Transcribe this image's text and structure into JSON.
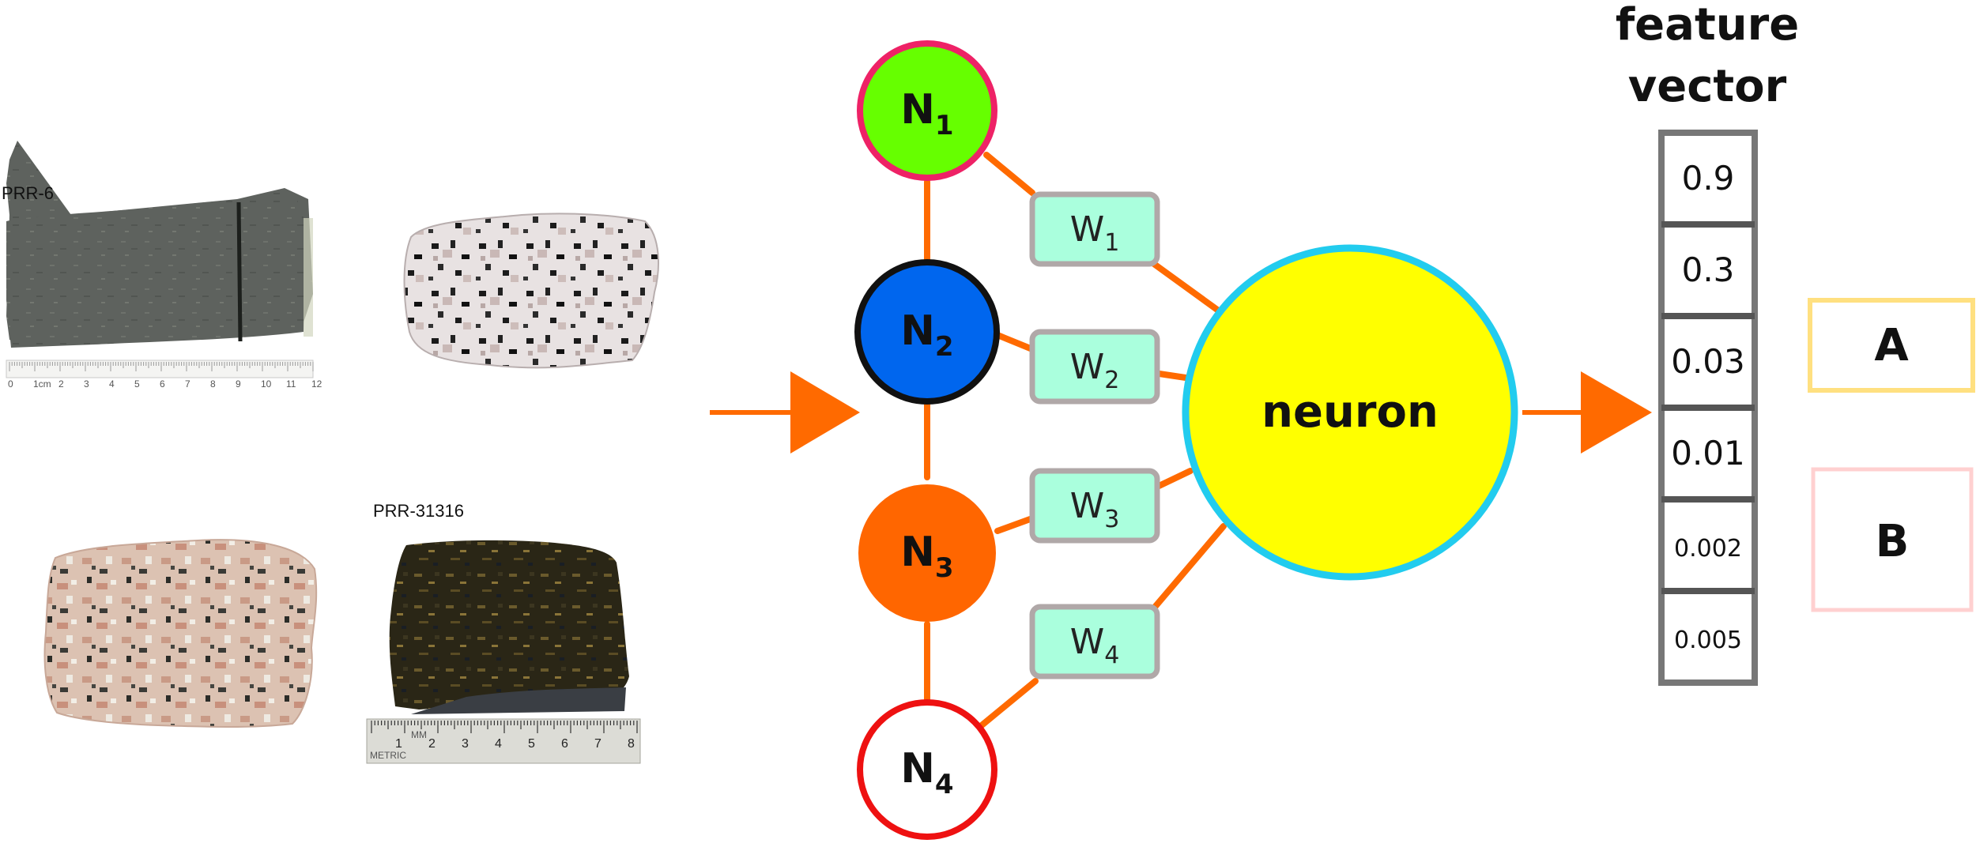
{
  "samples": {
    "top_left_label": "PRR-6",
    "bottom_right_label": "PRR-31316",
    "ruler_top_unit": "1cm",
    "ruler_top_numbers": [
      "0",
      "",
      "2",
      "3",
      "4",
      "5",
      "6",
      "7",
      "8",
      "9",
      "10",
      "11",
      "12"
    ],
    "ruler_bottom_unit": "MM",
    "ruler_bottom_metric": "METRIC",
    "ruler_bottom_numbers": [
      "1",
      "2",
      "3",
      "4",
      "5",
      "6",
      "7",
      "8"
    ]
  },
  "nodes": [
    {
      "base": "N",
      "sub": "1",
      "fill": "#66ff00",
      "stroke": "#ee2266"
    },
    {
      "base": "N",
      "sub": "2",
      "fill": "#0066ee",
      "stroke": "#111111"
    },
    {
      "base": "N",
      "sub": "3",
      "fill": "#ff6600",
      "stroke": "#ff6600"
    },
    {
      "base": "N",
      "sub": "4",
      "fill": "#ffffff",
      "stroke": "#ee1111"
    }
  ],
  "weights": [
    {
      "base": "W",
      "sub": "1"
    },
    {
      "base": "W",
      "sub": "2"
    },
    {
      "base": "W",
      "sub": "3"
    },
    {
      "base": "W",
      "sub": "4"
    }
  ],
  "neuron": {
    "label": "neuron",
    "fill": "#ffff00",
    "stroke": "#22ccee"
  },
  "feature_vector": {
    "title_line1": "feature",
    "title_line2": "vector",
    "values": [
      "0.9",
      "0.3",
      "0.03",
      "0.01",
      "0.002",
      "0.005"
    ]
  },
  "classes": [
    {
      "label": "A",
      "border": "#ffe080"
    },
    {
      "label": "B",
      "border": "#ffd0d0"
    }
  ],
  "colors": {
    "connector": "#ff6a00",
    "weight_fill": "#aaffdd",
    "weight_border": "#b0a8a8",
    "vector_border": "#777777"
  }
}
